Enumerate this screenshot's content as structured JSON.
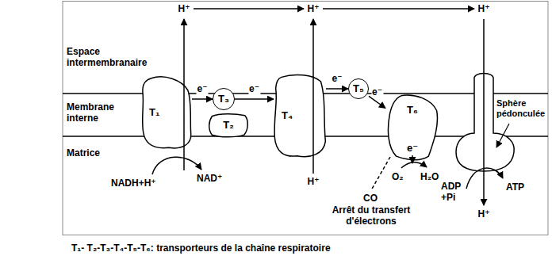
{
  "diagram": {
    "caption": "T₁- T₂-T₃-T₄-T₅-T₆: transporteurs de la chaîne respiratoire",
    "nodes": [
      {
        "text": [
          "T₁"
        ]
      },
      {
        "text": [
          "T₂"
        ]
      },
      {
        "text": [
          "T₃"
        ]
      },
      {
        "text": [
          "T₄"
        ]
      },
      {
        "text": [
          "T₅"
        ]
      },
      {
        "text": [
          "T₆",
          "e⁻"
        ]
      }
    ],
    "edges": [
      {
        "from": 0,
        "to": 2,
        "arrow": "to",
        "label": "e⁻"
      },
      {
        "from": 2,
        "to": 3,
        "arrow": "to",
        "label": "e⁻"
      },
      {
        "from": 3,
        "to": 4,
        "arrow": "to",
        "label": "e⁻"
      },
      {
        "from": 4,
        "to": 5,
        "arrow": "to",
        "label": "e⁻"
      }
    ],
    "labels": [
      "Espace intermembranaire",
      "Membrane interne",
      "Matrice",
      "H⁺",
      "H⁺",
      "H⁺",
      "H⁺",
      "H⁺",
      "NADH+H⁺",
      "NAD⁺",
      "O₂",
      "H₂O",
      "ADP +Pi",
      "ATP",
      "Sphère pédonculée",
      "CO",
      "Arrêt du transfert d'électrons"
    ]
  }
}
